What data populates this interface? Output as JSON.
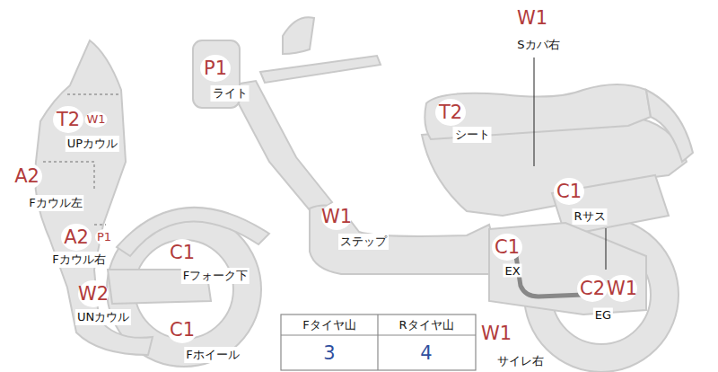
{
  "diagram": {
    "labels": [
      "W1",
      "Sカバ右",
      "P1",
      "ライト",
      "T2",
      "W1",
      "UPカウル",
      "T2",
      "シート",
      "A2",
      "Fカウル左",
      "C1",
      "Rサス",
      "W1",
      "ステップ",
      "A2",
      "P1",
      "Fカウル右",
      "C1",
      "Fフォーク下",
      "C1",
      "EX",
      "W2",
      "UNカウル",
      "C2",
      "W1",
      "EG",
      "Fタイヤ山",
      "Rタイヤ山",
      "3",
      "4",
      "C1",
      "Fホイール",
      "W1",
      "サイレ右"
    ]
  }
}
